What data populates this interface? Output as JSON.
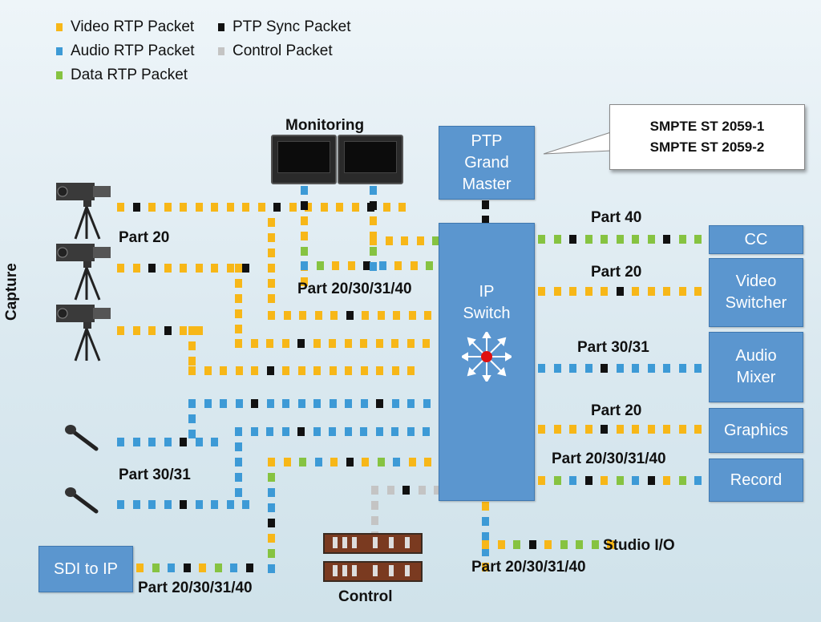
{
  "legend": [
    {
      "label": "Video RTP Packet",
      "color": "#f7b718"
    },
    {
      "label": "PTP Sync Packet",
      "color": "#111111"
    },
    {
      "label": "Audio RTP Packet",
      "color": "#3d9ad6"
    },
    {
      "label": "Control Packet",
      "color": "#c4c4c4"
    },
    {
      "label": "Data RTP Packet",
      "color": "#86c341"
    }
  ],
  "colors": {
    "video": "#f7b718",
    "ptp": "#111111",
    "audio": "#3d9ad6",
    "control": "#c4c4c4",
    "data": "#86c341",
    "box": "#5b96cf"
  },
  "boxes": {
    "ptp_master": "PTP Grand Master",
    "ip_switch": "IP Switch",
    "cc": "CC",
    "video_switcher": "Video Switcher",
    "audio_mixer": "Audio Mixer",
    "graphics": "Graphics",
    "record": "Record",
    "sdi_to_ip": "SDI to IP"
  },
  "callout": [
    "SMPTE ST 2059-1",
    "SMPTE ST 2059-2"
  ],
  "labels": {
    "monitoring": "Monitoring",
    "capture": "Capture",
    "control": "Control",
    "studio_io": "Studio I/O",
    "part20_cameras": "Part 20",
    "part_all_monitor": "Part 20/30/31/40",
    "part30_31_mics": "Part 30/31",
    "part_all_sdi": "Part 20/30/31/40",
    "part_all_studio": "Part 20/30/31/40",
    "part40_cc": "Part 40",
    "part20_switcher": "Part 20",
    "part30_31_audio": "Part 30/31",
    "part20_graphics": "Part 20",
    "part_all_record": "Part 20/30/31/40"
  }
}
